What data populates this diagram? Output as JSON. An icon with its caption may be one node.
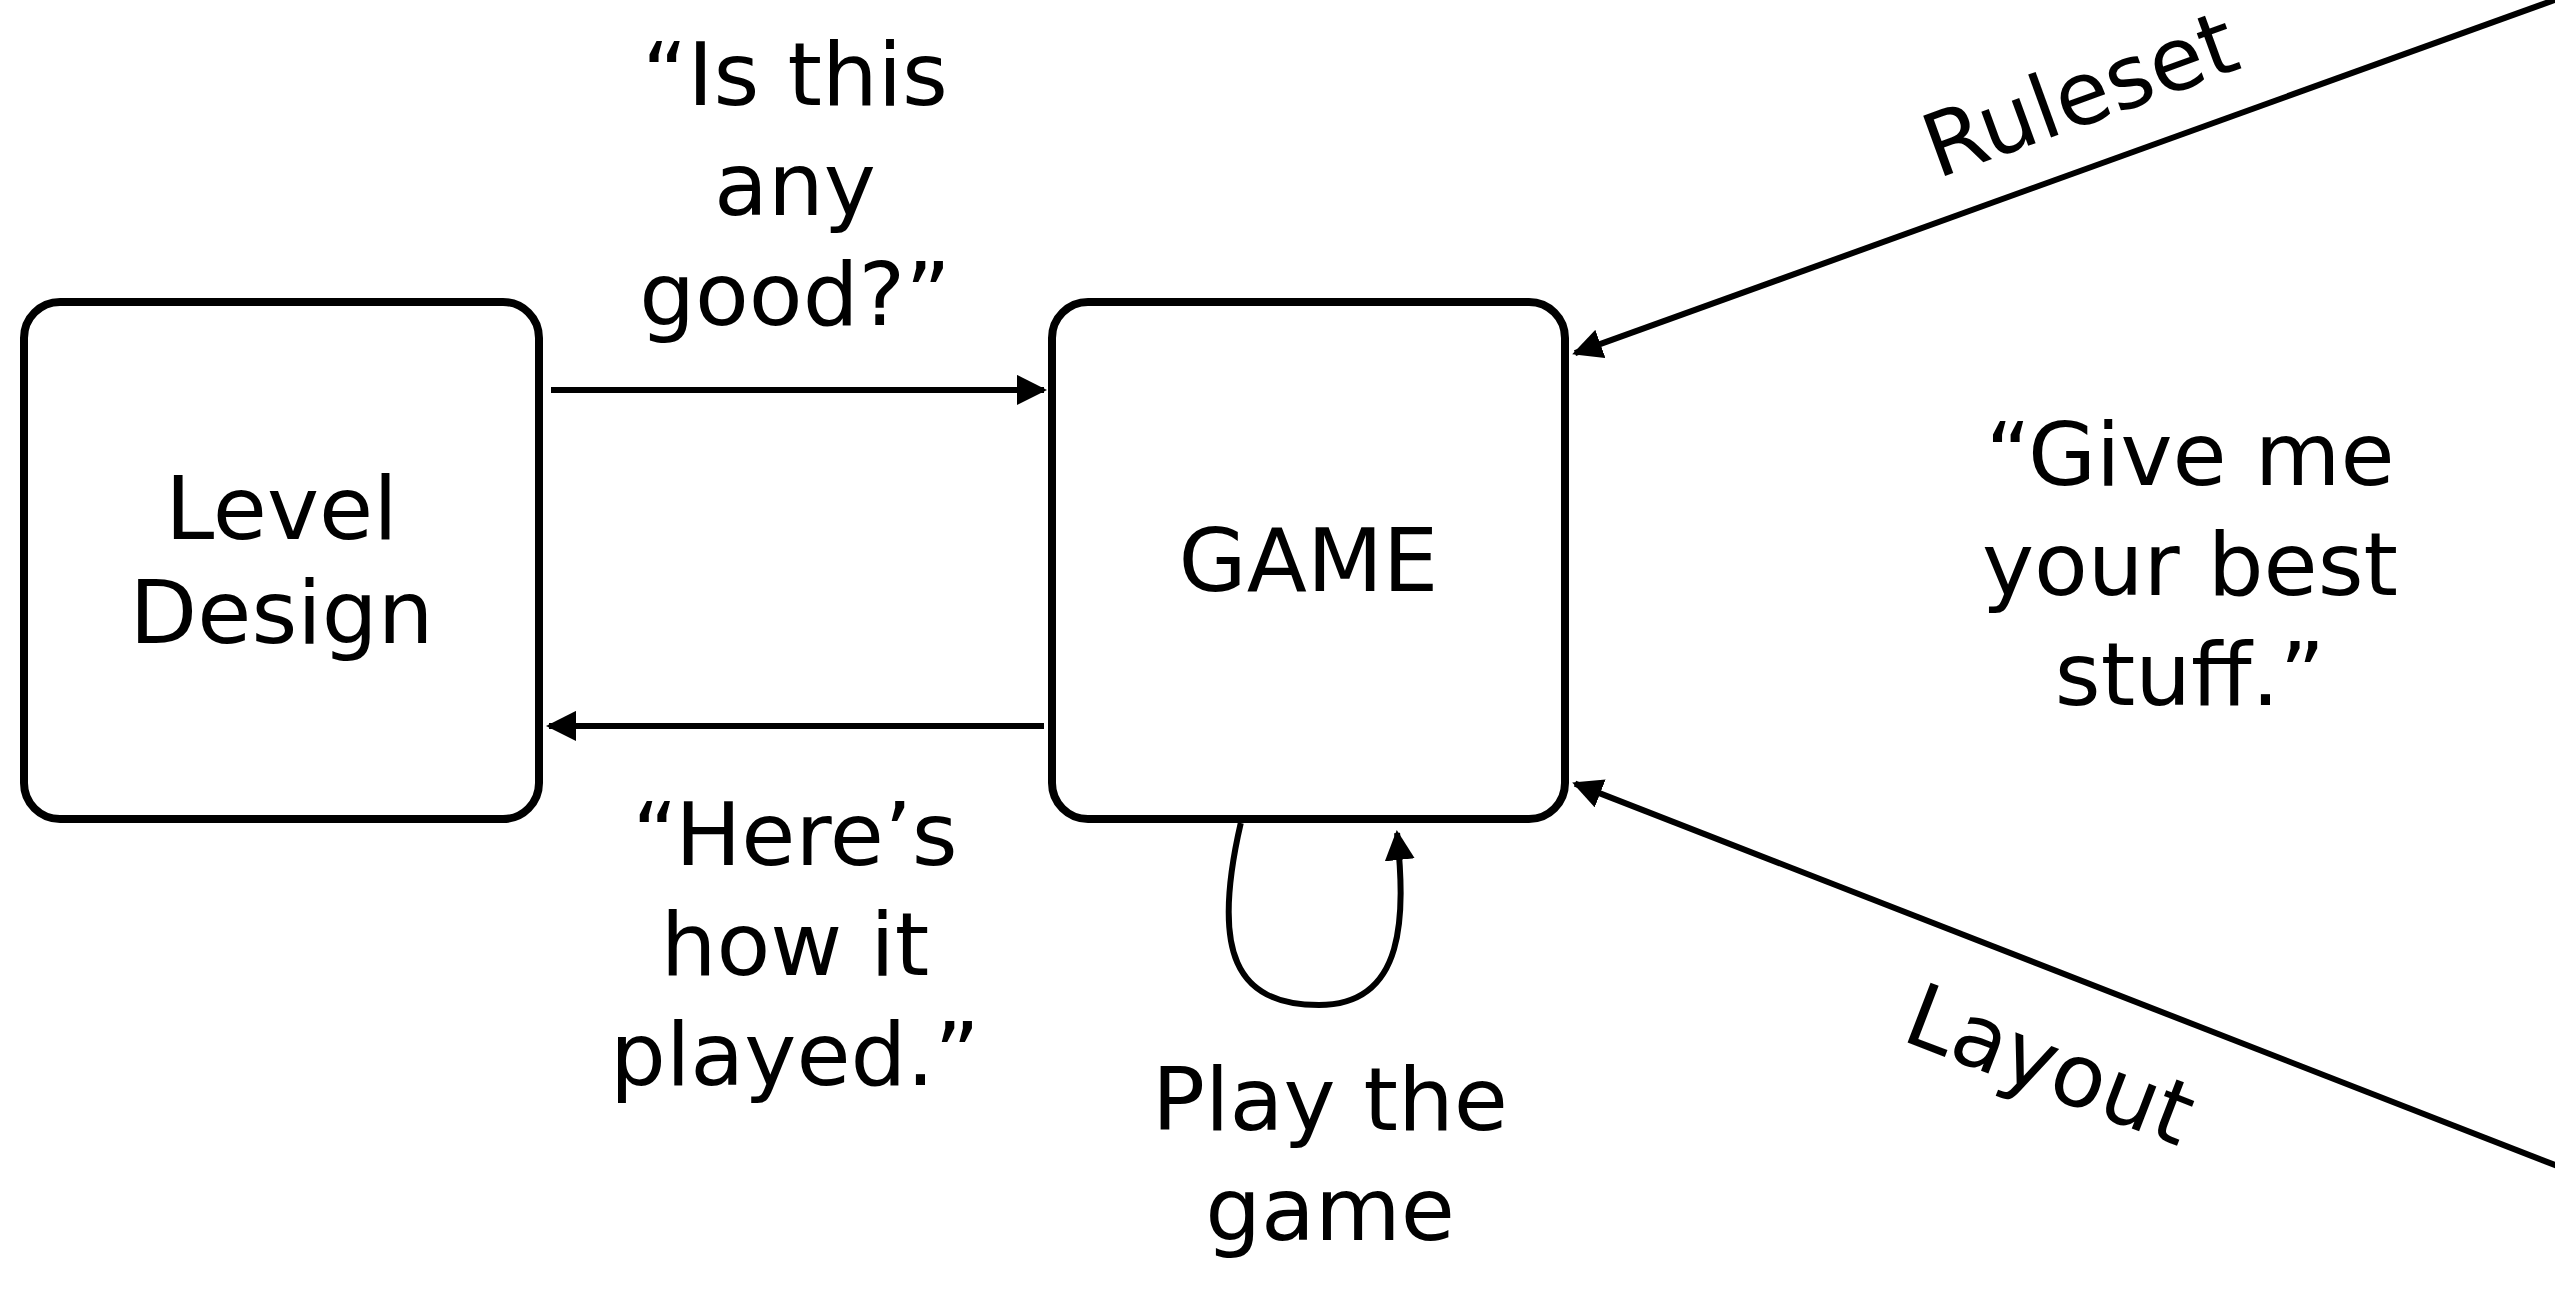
{
  "diagram": {
    "nodes": [
      {
        "text": [
          "Level Design"
        ]
      },
      {
        "text": [
          "GAME"
        ]
      }
    ],
    "edges": [
      {
        "from": 0,
        "to": 1,
        "arrow": "to",
        "label": "“Is this any good?”"
      },
      {
        "from": 1,
        "to": 0,
        "arrow": "to",
        "label": "“Here’s how it played.”"
      },
      {
        "from": 1,
        "to": 1,
        "arrow": "to",
        "label": "Play the game"
      },
      {
        "from": null,
        "to": 1,
        "arrow": "to",
        "label": "Ruleset"
      },
      {
        "from": null,
        "to": 1,
        "arrow": "to",
        "label": "Layout"
      }
    ],
    "labels": [
      "“Give me your best stuff.”"
    ]
  }
}
